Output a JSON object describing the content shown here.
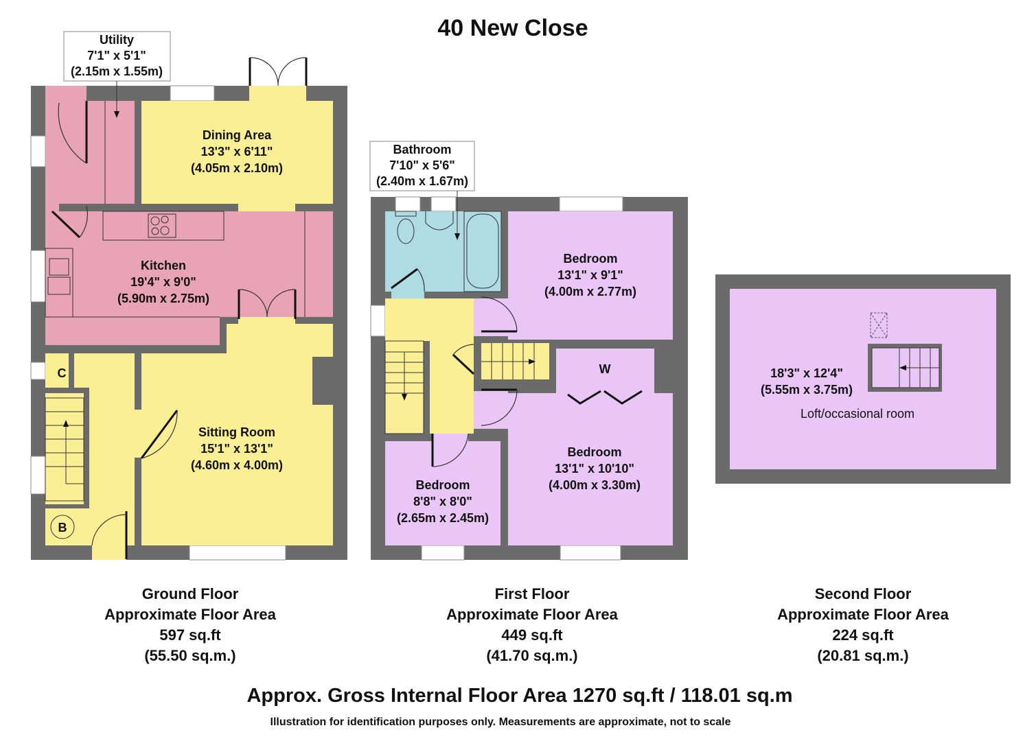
{
  "title": "40 New Close",
  "colors": {
    "wall": "#6b6b6b",
    "hall_dining_sitting": "#fbef95",
    "kitchen_utility": "#e8a3b4",
    "bathroom": "#afdbe3",
    "bedrooms": "#e9c6f6"
  },
  "ground_floor": {
    "rooms": {
      "utility": {
        "name": "Utility",
        "imperial": "7'1\" x 5'1\"",
        "metric": "(2.15m x 1.55m)"
      },
      "dining": {
        "name": "Dining Area",
        "imperial": "13'3\" x 6'11\"",
        "metric": "(4.05m x 2.10m)"
      },
      "kitchen": {
        "name": "Kitchen",
        "imperial": "19'4\" x 9'0\"",
        "metric": "(5.90m x 2.75m)"
      },
      "sitting": {
        "name": "Sitting Room",
        "imperial": "15'1\" x 13'1\"",
        "metric": "(4.60m x 4.00m)"
      },
      "cupboard": "C",
      "boiler": "B"
    },
    "caption": {
      "name": "Ground Floor",
      "label": "Approximate Floor Area",
      "sqft": "597 sq.ft",
      "sqm": "(55.50 sq.m.)"
    }
  },
  "first_floor": {
    "rooms": {
      "bathroom": {
        "name": "Bathroom",
        "imperial": "7'10\" x 5'6\"",
        "metric": "(2.40m x 1.67m)"
      },
      "bedroom1": {
        "name": "Bedroom",
        "imperial": "13'1\" x 9'1\"",
        "metric": "(4.00m x 2.77m)"
      },
      "bedroom2": {
        "name": "Bedroom",
        "imperial": "13'1\" x 10'10\"",
        "metric": "(4.00m x 3.30m)"
      },
      "bedroom3": {
        "name": "Bedroom",
        "imperial": "8'8\" x 8'0\"",
        "metric": "(2.65m x 2.45m)"
      },
      "wardrobe": "W"
    },
    "caption": {
      "name": "First Floor",
      "label": "Approximate Floor Area",
      "sqft": "449 sq.ft",
      "sqm": "(41.70 sq.m.)"
    }
  },
  "second_floor": {
    "rooms": {
      "loft": {
        "name": "Loft/occasional room",
        "imperial": "18'3\" x 12'4\"",
        "metric": "(5.55m x 3.75m)"
      }
    },
    "caption": {
      "name": "Second Floor",
      "label": "Approximate Floor Area",
      "sqft": "224 sq.ft",
      "sqm": "(20.81 sq.m.)"
    }
  },
  "gross": "Approx. Gross Internal Floor Area 1270 sq.ft / 118.01 sq.m",
  "disclaimer": "Illustration for identification purposes only. Measurements are approximate, not to scale"
}
